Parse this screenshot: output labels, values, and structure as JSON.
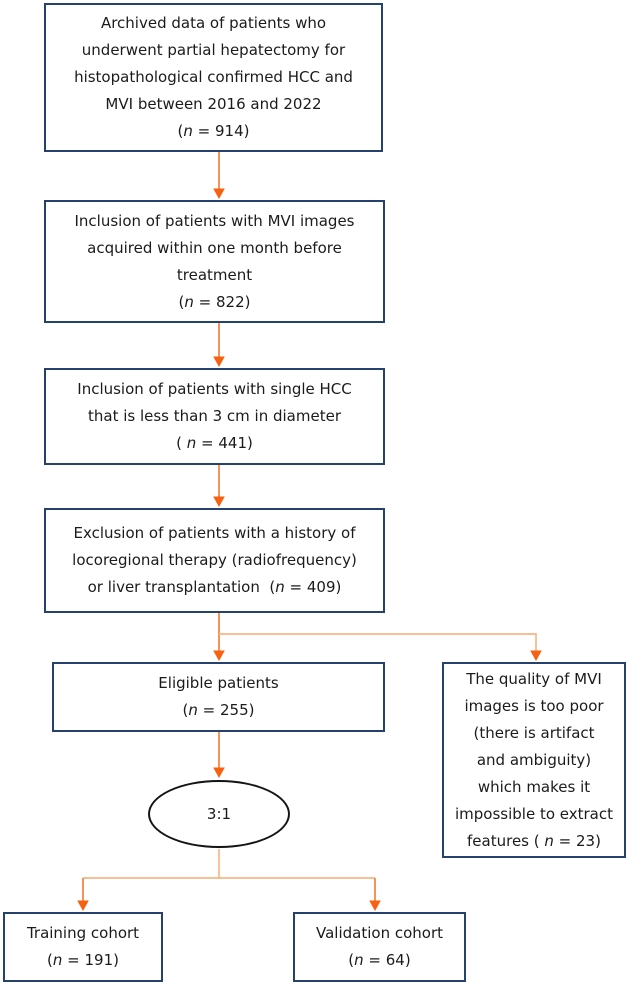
{
  "figure": {
    "type": "flowchart",
    "description": "Patient selection flow diagram"
  },
  "colors": {
    "background": "#ffffff",
    "box_border": "#24426b",
    "ellipse_border": "#141414",
    "arrow_line": "#f2813b",
    "arrow_branch_line": "#f9b586",
    "arrow_head": "#f7610f",
    "text": "#1b1b1b"
  },
  "nodes": {
    "archived": {
      "text": "Archived data of patients who\nunderwent partial hepatectomy for\nhistopathological confirmed HCC and\nMVI between 2016 and 2022\n(n = 914)",
      "n": 914
    },
    "inclusion_mvi": {
      "text": "Inclusion of patients with MVI images\nacquired within one month before\ntreatment\n(n = 822)",
      "n": 822
    },
    "inclusion_single": {
      "text": "Inclusion of patients with single HCC\nthat is less than 3 cm in diameter\n( n = 441)",
      "n": 441
    },
    "exclusion": {
      "text": "Exclusion of patients with a history of\nlocoregional therapy (radiofrequency)\nor liver transplantation  (n = 409)",
      "n": 409
    },
    "eligible": {
      "text": "Eligible patients\n(n = 255)",
      "n": 255
    },
    "quality_excluded": {
      "text": "The quality of MVI\nimages is too poor\n(there is artifact\nand ambiguity)\nwhich makes it\nimpossible to extract\nfeatures ( n = 23)",
      "n": 23
    },
    "ratio": {
      "text": "3:1"
    },
    "training": {
      "text": "Training cohort\n(n = 191)",
      "n": 191
    },
    "validation": {
      "text": "Validation cohort\n(n = 64)",
      "n": 64
    }
  },
  "edges": [
    {
      "from": "archived",
      "to": "inclusion_mvi"
    },
    {
      "from": "inclusion_mvi",
      "to": "inclusion_single"
    },
    {
      "from": "inclusion_single",
      "to": "exclusion"
    },
    {
      "from": "exclusion",
      "to": "eligible"
    },
    {
      "from": "exclusion",
      "to": "quality_excluded"
    },
    {
      "from": "eligible",
      "to": "ratio"
    },
    {
      "from": "ratio",
      "to": "training"
    },
    {
      "from": "ratio",
      "to": "validation"
    }
  ]
}
